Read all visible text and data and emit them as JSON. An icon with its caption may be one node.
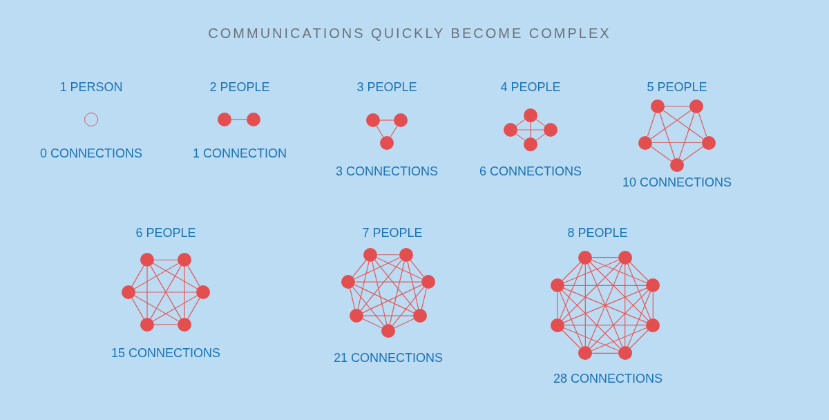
{
  "diagram": {
    "title": "COMMUNICATIONS QUICKLY BECOME COMPLEX",
    "nodes": [
      {
        "text": [],
        "shape": "circle"
      },
      {
        "text": [],
        "shape": "circle"
      },
      {
        "text": [],
        "shape": "circle"
      },
      {
        "text": [],
        "shape": "circle"
      },
      {
        "text": [],
        "shape": "circle"
      },
      {
        "text": [],
        "shape": "circle"
      },
      {
        "text": [],
        "shape": "circle"
      },
      {
        "text": [],
        "shape": "circle"
      },
      {
        "text": [],
        "shape": "circle"
      },
      {
        "text": [],
        "shape": "circle"
      },
      {
        "text": [],
        "shape": "circle"
      },
      {
        "text": [],
        "shape": "circle"
      },
      {
        "text": [],
        "shape": "circle"
      },
      {
        "text": [],
        "shape": "circle"
      },
      {
        "text": [],
        "shape": "circle"
      },
      {
        "text": [],
        "shape": "circle"
      },
      {
        "text": [],
        "shape": "circle"
      },
      {
        "text": [],
        "shape": "circle"
      },
      {
        "text": [],
        "shape": "circle"
      },
      {
        "text": [],
        "shape": "circle"
      },
      {
        "text": [],
        "shape": "circle"
      },
      {
        "text": [],
        "shape": "circle"
      },
      {
        "text": [],
        "shape": "circle"
      },
      {
        "text": [],
        "shape": "circle"
      },
      {
        "text": [],
        "shape": "circle"
      },
      {
        "text": [],
        "shape": "circle"
      },
      {
        "text": [],
        "shape": "circle"
      },
      {
        "text": [],
        "shape": "circle"
      },
      {
        "text": [],
        "shape": "circle"
      },
      {
        "text": [],
        "shape": "circle"
      },
      {
        "text": [],
        "shape": "circle"
      },
      {
        "text": [],
        "shape": "circle"
      },
      {
        "text": [],
        "shape": "circle"
      },
      {
        "text": [],
        "shape": "circle"
      },
      {
        "text": [],
        "shape": "circle"
      },
      {
        "text": [],
        "shape": "circle"
      }
    ],
    "edges": [
      {
        "from": 1,
        "to": 2,
        "arrow": "none"
      },
      {
        "from": 3,
        "to": 4,
        "arrow": "none"
      },
      {
        "from": 3,
        "to": 5,
        "arrow": "none"
      },
      {
        "from": 4,
        "to": 5,
        "arrow": "none"
      },
      {
        "from": 6,
        "to": 7,
        "arrow": "none"
      },
      {
        "from": 6,
        "to": 8,
        "arrow": "none"
      },
      {
        "from": 6,
        "to": 9,
        "arrow": "none"
      },
      {
        "from": 7,
        "to": 8,
        "arrow": "none"
      },
      {
        "from": 7,
        "to": 9,
        "arrow": "none"
      },
      {
        "from": 8,
        "to": 9,
        "arrow": "none"
      },
      {
        "from": 10,
        "to": 11,
        "arrow": "none"
      },
      {
        "from": 10,
        "to": 12,
        "arrow": "none"
      },
      {
        "from": 10,
        "to": 13,
        "arrow": "none"
      },
      {
        "from": 10,
        "to": 14,
        "arrow": "none"
      },
      {
        "from": 11,
        "to": 12,
        "arrow": "none"
      },
      {
        "from": 11,
        "to": 13,
        "arrow": "none"
      },
      {
        "from": 11,
        "to": 14,
        "arrow": "none"
      },
      {
        "from": 12,
        "to": 13,
        "arrow": "none"
      },
      {
        "from": 12,
        "to": 14,
        "arrow": "none"
      },
      {
        "from": 13,
        "to": 14,
        "arrow": "none"
      },
      {
        "from": 15,
        "to": 16,
        "arrow": "none"
      },
      {
        "from": 15,
        "to": 17,
        "arrow": "none"
      },
      {
        "from": 15,
        "to": 18,
        "arrow": "none"
      },
      {
        "from": 15,
        "to": 19,
        "arrow": "none"
      },
      {
        "from": 15,
        "to": 20,
        "arrow": "none"
      },
      {
        "from": 16,
        "to": 17,
        "arrow": "none"
      },
      {
        "from": 16,
        "to": 18,
        "arrow": "none"
      },
      {
        "from": 16,
        "to": 19,
        "arrow": "none"
      },
      {
        "from": 16,
        "to": 20,
        "arrow": "none"
      },
      {
        "from": 17,
        "to": 18,
        "arrow": "none"
      },
      {
        "from": 17,
        "to": 19,
        "arrow": "none"
      },
      {
        "from": 17,
        "to": 20,
        "arrow": "none"
      },
      {
        "from": 18,
        "to": 19,
        "arrow": "none"
      },
      {
        "from": 18,
        "to": 20,
        "arrow": "none"
      },
      {
        "from": 19,
        "to": 20,
        "arrow": "none"
      },
      {
        "from": 21,
        "to": 22,
        "arrow": "none"
      },
      {
        "from": 21,
        "to": 23,
        "arrow": "none"
      },
      {
        "from": 21,
        "to": 24,
        "arrow": "none"
      },
      {
        "from": 21,
        "to": 25,
        "arrow": "none"
      },
      {
        "from": 21,
        "to": 26,
        "arrow": "none"
      },
      {
        "from": 21,
        "to": 27,
        "arrow": "none"
      },
      {
        "from": 22,
        "to": 23,
        "arrow": "none"
      },
      {
        "from": 22,
        "to": 24,
        "arrow": "none"
      },
      {
        "from": 22,
        "to": 25,
        "arrow": "none"
      },
      {
        "from": 22,
        "to": 26,
        "arrow": "none"
      },
      {
        "from": 22,
        "to": 27,
        "arrow": "none"
      },
      {
        "from": 23,
        "to": 24,
        "arrow": "none"
      },
      {
        "from": 23,
        "to": 25,
        "arrow": "none"
      },
      {
        "from": 23,
        "to": 26,
        "arrow": "none"
      },
      {
        "from": 23,
        "to": 27,
        "arrow": "none"
      },
      {
        "from": 24,
        "to": 25,
        "arrow": "none"
      },
      {
        "from": 24,
        "to": 26,
        "arrow": "none"
      },
      {
        "from": 24,
        "to": 27,
        "arrow": "none"
      },
      {
        "from": 25,
        "to": 26,
        "arrow": "none"
      },
      {
        "from": 25,
        "to": 27,
        "arrow": "none"
      },
      {
        "from": 26,
        "to": 27,
        "arrow": "none"
      },
      {
        "from": 28,
        "to": 29,
        "arrow": "none"
      },
      {
        "from": 28,
        "to": 30,
        "arrow": "none"
      },
      {
        "from": 28,
        "to": 31,
        "arrow": "none"
      },
      {
        "from": 28,
        "to": 32,
        "arrow": "none"
      },
      {
        "from": 28,
        "to": 33,
        "arrow": "none"
      },
      {
        "from": 28,
        "to": 34,
        "arrow": "none"
      },
      {
        "from": 28,
        "to": 35,
        "arrow": "none"
      },
      {
        "from": 29,
        "to": 30,
        "arrow": "none"
      },
      {
        "from": 29,
        "to": 31,
        "arrow": "none"
      },
      {
        "from": 29,
        "to": 32,
        "arrow": "none"
      },
      {
        "from": 29,
        "to": 33,
        "arrow": "none"
      },
      {
        "from": 29,
        "to": 34,
        "arrow": "none"
      },
      {
        "from": 29,
        "to": 35,
        "arrow": "none"
      },
      {
        "from": 30,
        "to": 31,
        "arrow": "none"
      },
      {
        "from": 30,
        "to": 32,
        "arrow": "none"
      },
      {
        "from": 30,
        "to": 33,
        "arrow": "none"
      },
      {
        "from": 30,
        "to": 34,
        "arrow": "none"
      },
      {
        "from": 30,
        "to": 35,
        "arrow": "none"
      },
      {
        "from": 31,
        "to": 32,
        "arrow": "none"
      },
      {
        "from": 31,
        "to": 33,
        "arrow": "none"
      },
      {
        "from": 31,
        "to": 34,
        "arrow": "none"
      },
      {
        "from": 31,
        "to": 35,
        "arrow": "none"
      },
      {
        "from": 32,
        "to": 33,
        "arrow": "none"
      },
      {
        "from": 32,
        "to": 34,
        "arrow": "none"
      },
      {
        "from": 32,
        "to": 35,
        "arrow": "none"
      },
      {
        "from": 33,
        "to": 34,
        "arrow": "none"
      },
      {
        "from": 33,
        "to": 35,
        "arrow": "none"
      },
      {
        "from": 34,
        "to": 35,
        "arrow": "none"
      }
    ],
    "labels": [
      "1 PERSON",
      "2 PEOPLE",
      "3 PEOPLE",
      "4 PEOPLE",
      "5 PEOPLE",
      "0 CONNECTIONS",
      "1 CONNECTION",
      "3 CONNECTIONS",
      "6 CONNECTIONS",
      "10 CONNECTIONS",
      "6 PEOPLE",
      "7 PEOPLE",
      "8 PEOPLE",
      "15 CONNECTIONS",
      "21 CONNECTIONS",
      "28 CONNECTIONS"
    ]
  }
}
